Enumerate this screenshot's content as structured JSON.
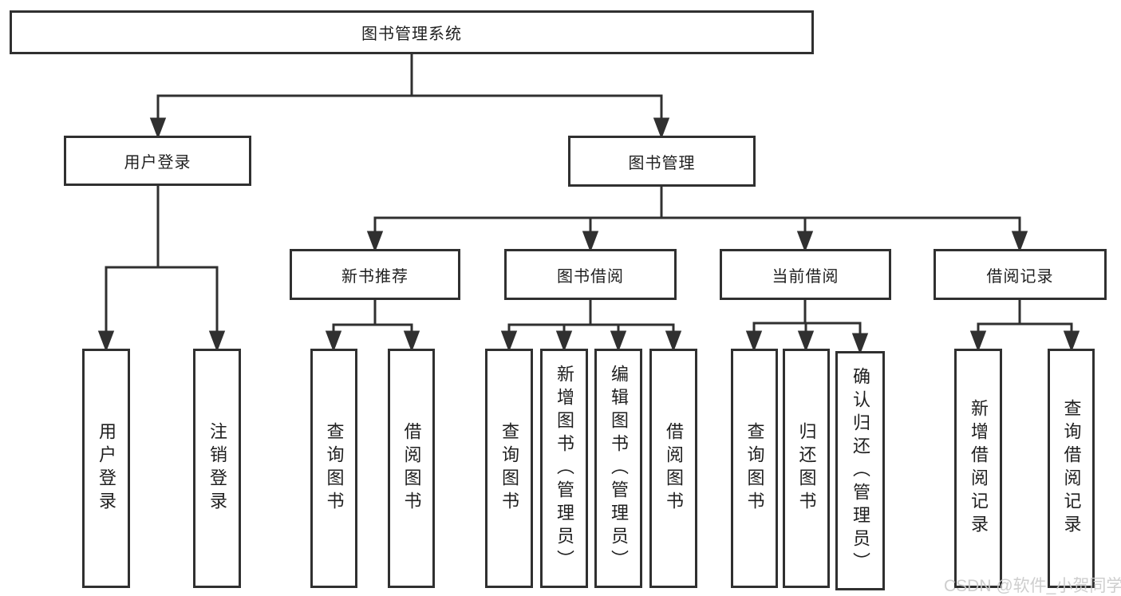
{
  "nodes": {
    "root": "图书管理系统",
    "user_login": "用户登录",
    "book_management": "图书管理",
    "new_book_recommendation": "新书推荐",
    "book_borrowing": "图书借阅",
    "current_borrowing": "当前借阅",
    "borrowing_records": "借阅记录"
  },
  "leaves": {
    "user_login": [
      "用户登录",
      "注销登录"
    ],
    "new_book_recommendation": [
      "查询图书",
      "借阅图书"
    ],
    "book_borrowing": [
      "查询图书",
      "新增图书（管理员）",
      "编辑图书（管理员）",
      "借阅图书"
    ],
    "current_borrowing": [
      "查询图书",
      "归还图书",
      "确认归还（管理员）"
    ],
    "borrowing_records": [
      "新增借阅记录",
      "查询借阅记录"
    ]
  },
  "watermark": {
    "text": "CSDN @软件_小贺同学",
    "color": "#cacaca"
  },
  "colors": {
    "line": "#303030",
    "text": "#1f1f1f",
    "background": "#ffffff"
  }
}
